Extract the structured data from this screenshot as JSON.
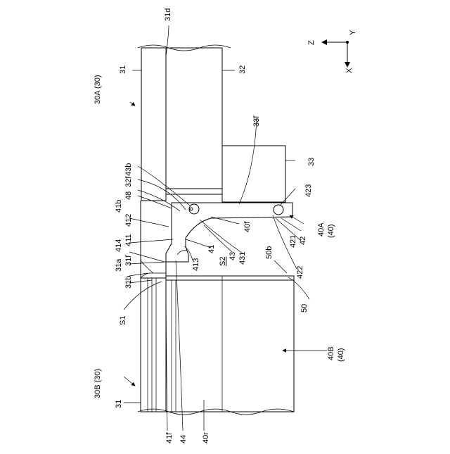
{
  "axes": {
    "z": "Z",
    "y": "Y",
    "x": "X"
  },
  "labels": {
    "l31d": "31d",
    "l31_top": "31",
    "l32": "32",
    "l30A": "30A (30)",
    "l33f": "33f",
    "l33": "33",
    "l43b": "43b",
    "l32f": "32f",
    "l48": "48",
    "l41b": "41b",
    "l423": "423",
    "l412": "412",
    "l40A_1": "40A",
    "l40A_2": "(40)",
    "l411": "411",
    "l414": "414",
    "l40f": "40f",
    "l41": "41",
    "l42": "42",
    "l421": "421",
    "l31f": "31f",
    "l31a": "31a",
    "l413": "413",
    "l43": "43",
    "l431": "431",
    "lS2": "S2",
    "l50b": "50b",
    "l422": "422",
    "l31b": "31b",
    "l50": "50",
    "lS1": "S1",
    "l40B_1": "40B",
    "l40B_2": "(40)",
    "l30B": "30B (30)",
    "l31_bot": "31",
    "l41f": "41f",
    "l44": "44",
    "l40r": "40r"
  }
}
